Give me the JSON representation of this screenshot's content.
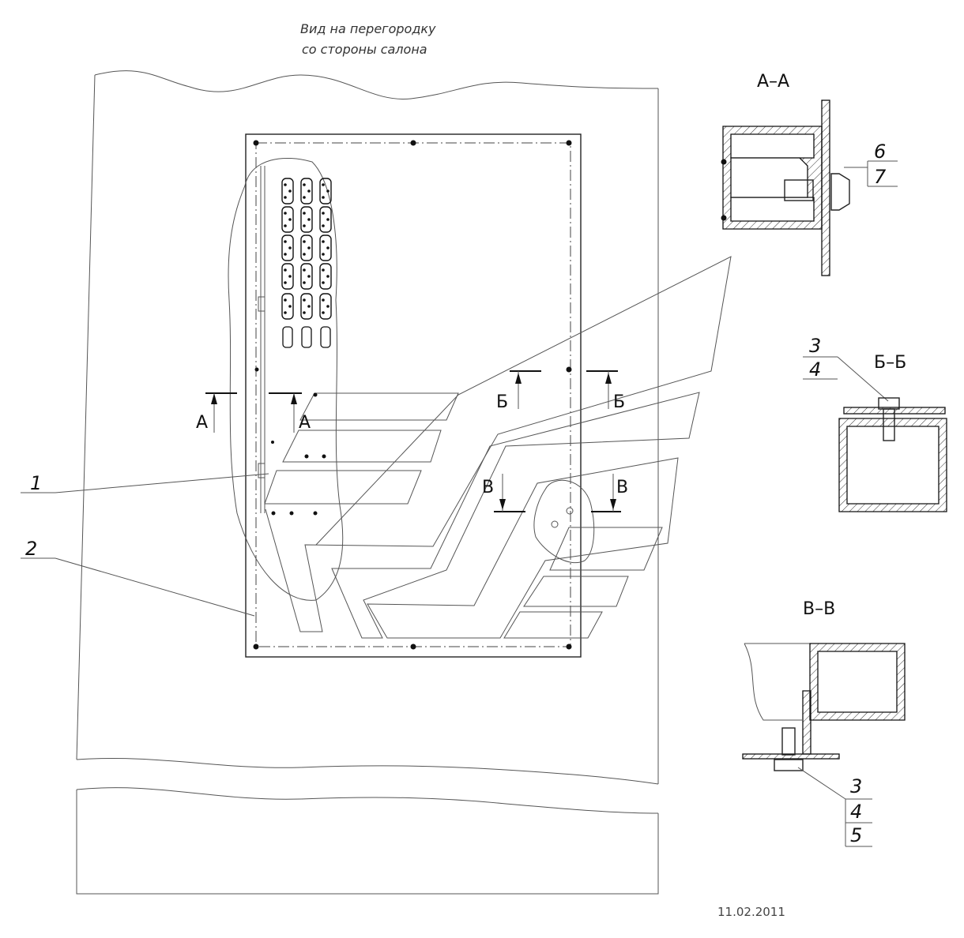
{
  "view_note": {
    "line1": "Вид на перегородку",
    "line2": "со стороны салона"
  },
  "sections": {
    "aa_title": "А–А",
    "bb_title": "Б–Б",
    "vv_title": "В–В",
    "mark_a": "А",
    "mark_b": "Б",
    "mark_v": "В"
  },
  "callouts": {
    "part1": "1",
    "part2": "2",
    "aa_top": "6",
    "aa_bottom": "7",
    "bb_top": "3",
    "bb_bottom": "4",
    "vv_1": "3",
    "vv_2": "4",
    "vv_3": "5"
  },
  "footer": {
    "date": "11.02.2011"
  }
}
